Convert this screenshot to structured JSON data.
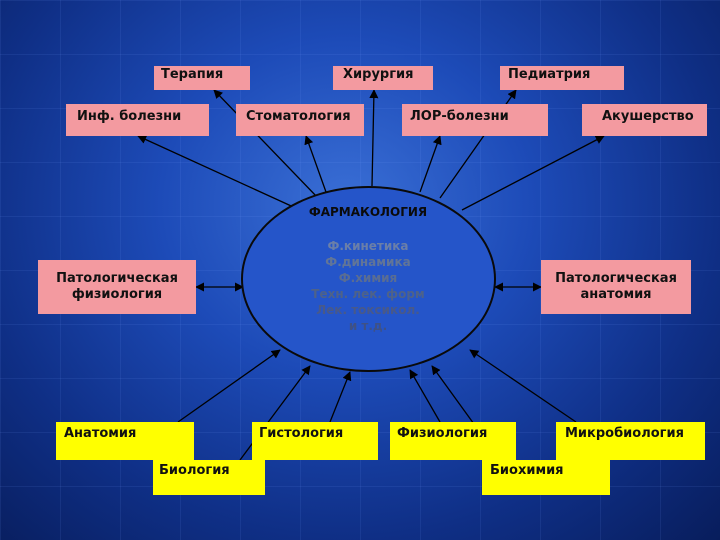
{
  "center": {
    "title": "ФАРМАКОЛОГИЯ",
    "items": [
      "Ф.кинетика",
      "Ф.динамика",
      "Ф.химия",
      "Техн. лек. форм",
      "Лек. токсикол.",
      "и т.д."
    ]
  },
  "top_boxes": {
    "terapiya": "Терапия",
    "inf": "Инф. болезни",
    "khirurgiya": "Хирургия",
    "stomatologiya": "Стоматология",
    "pediatriya": "Педиатрия",
    "lor": "ЛОР-болезни",
    "akusherstvo": "Акушерство"
  },
  "side_boxes": {
    "pat_fiz": "Патологическая физиология",
    "pat_anat": "Патологическая анатомия"
  },
  "bottom_boxes": {
    "anatomiya": "Анатомия",
    "biologiya": "Биология",
    "gistologiya": "Гистология",
    "fiziologiya": "Физиология",
    "mikrobiologiya": "Микробиология",
    "biokhimiya": "Биохимия"
  },
  "colors": {
    "clinical_box": "#f39aa0",
    "basic_box": "#ffff00",
    "background": "#1d4bb8",
    "circle": "#2555c9",
    "line": "#000000"
  }
}
